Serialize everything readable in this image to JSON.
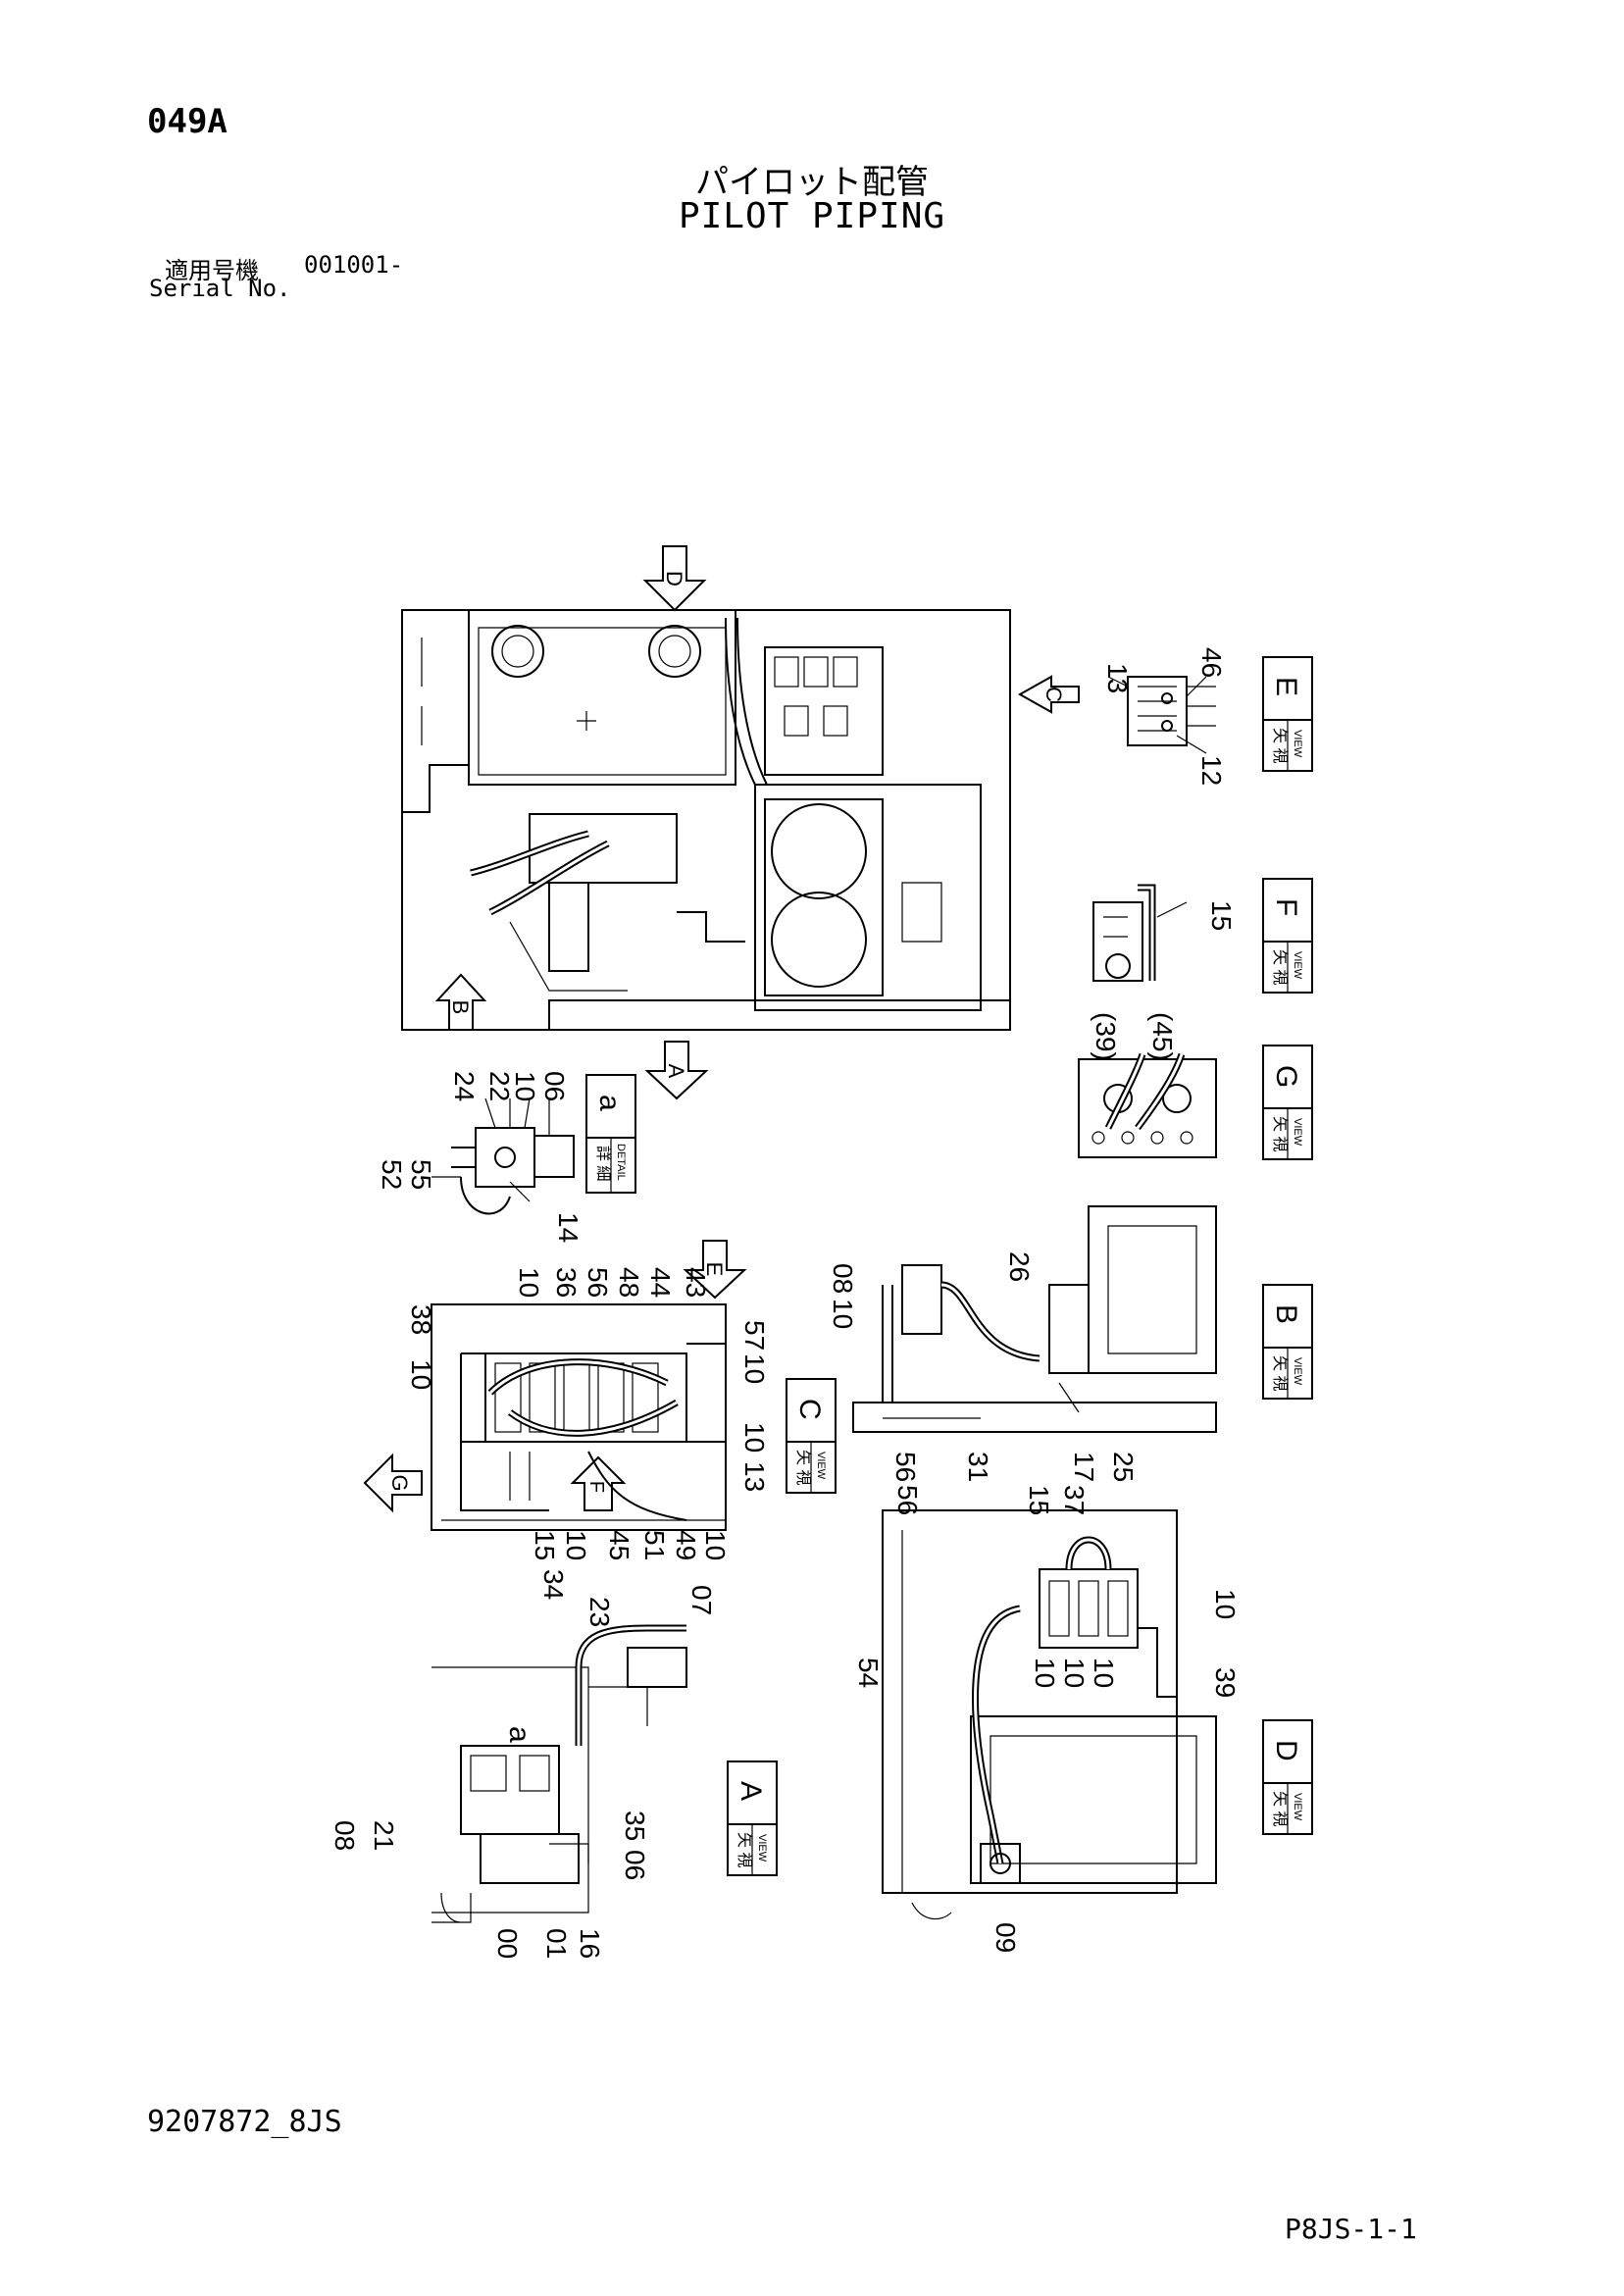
{
  "header": {
    "page_code": "049A",
    "title_jp": "パイロット配管",
    "title_en": "PILOT PIPING",
    "serial_label_jp": "適用号機",
    "serial_value": "001001-",
    "serial_label_en": "Serial No."
  },
  "footer": {
    "doc_number": "9207872_8JS",
    "page_ref": "P8JS-1-1"
  },
  "view_arrows": {
    "d": "D",
    "c": "C",
    "b": "B",
    "a": "A",
    "e": "E",
    "g": "G",
    "f": "F"
  },
  "view_boxes": {
    "view_e": {
      "kanji": "矢 視",
      "sub": "VIEW",
      "letter": "E"
    },
    "view_f": {
      "kanji": "矢 視",
      "sub": "VIEW",
      "letter": "F"
    },
    "view_g": {
      "kanji": "矢 視",
      "sub": "VIEW",
      "letter": "G"
    },
    "detail_a": {
      "kanji": "詳 細",
      "sub": "DETAIL",
      "letter": "a"
    },
    "view_b": {
      "kanji": "矢 視",
      "sub": "VIEW",
      "letter": "B"
    },
    "view_c": {
      "kanji": "矢 視",
      "sub": "VIEW",
      "letter": "C"
    },
    "view_d": {
      "kanji": "矢 視",
      "sub": "VIEW",
      "letter": "D"
    },
    "view_a": {
      "kanji": "矢 視",
      "sub": "VIEW",
      "letter": "A"
    }
  },
  "callouts": {
    "view_e": [
      "13",
      "46",
      "12"
    ],
    "view_f": [
      "15"
    ],
    "view_g": [
      "(39)",
      "(45)"
    ],
    "detail_a": [
      "24",
      "22",
      "10",
      "06",
      "52",
      "55",
      "14"
    ],
    "view_c": [
      "38",
      "10",
      "10",
      "36",
      "56",
      "48",
      "44",
      "43",
      "57",
      "10",
      "10",
      "13",
      "10",
      "49",
      "51",
      "45",
      "10",
      "15"
    ],
    "view_b": [
      "08",
      "10",
      "26",
      "56",
      "31",
      "17",
      "25"
    ],
    "view_d": [
      "56",
      "15",
      "37",
      "10",
      "54",
      "10",
      "10",
      "10",
      "39",
      "09"
    ],
    "view_a": [
      "34",
      "23",
      "07",
      "08",
      "21",
      "00",
      "01",
      "16",
      "06",
      "35",
      "a"
    ]
  }
}
